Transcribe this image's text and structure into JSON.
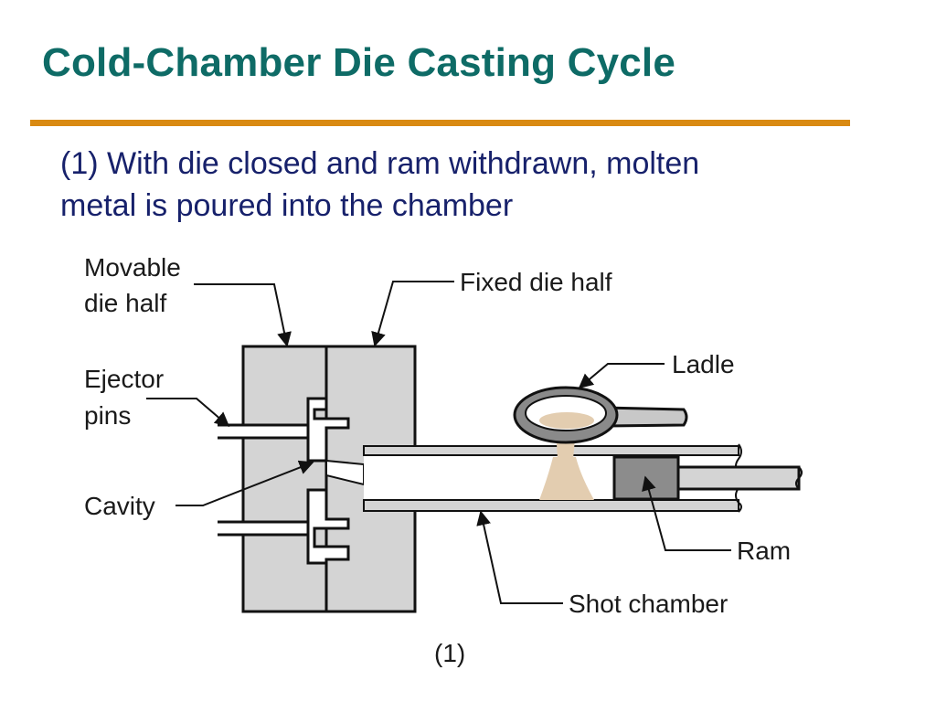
{
  "title": "Cold-Chamber Die Casting Cycle",
  "caption": {
    "line1": "(1) With die closed and ram withdrawn, molten",
    "line2": "metal is poured into the chamber"
  },
  "diagram": {
    "labels": {
      "movable_line1": "Movable",
      "movable_line2": "die half",
      "fixed": "Fixed die half",
      "ejector_line1": "Ejector",
      "ejector_line2": "pins",
      "cavity": "Cavity",
      "ladle": "Ladle",
      "ram": "Ram",
      "shot_chamber": "Shot chamber",
      "step": "(1)"
    }
  },
  "colors": {
    "title": "#0e6b66",
    "rule": "#d98a12",
    "caption": "#17216b",
    "die": "#d4d4d4",
    "molten_metal": "#e3cdb0",
    "ram": "#8c8c8c"
  }
}
